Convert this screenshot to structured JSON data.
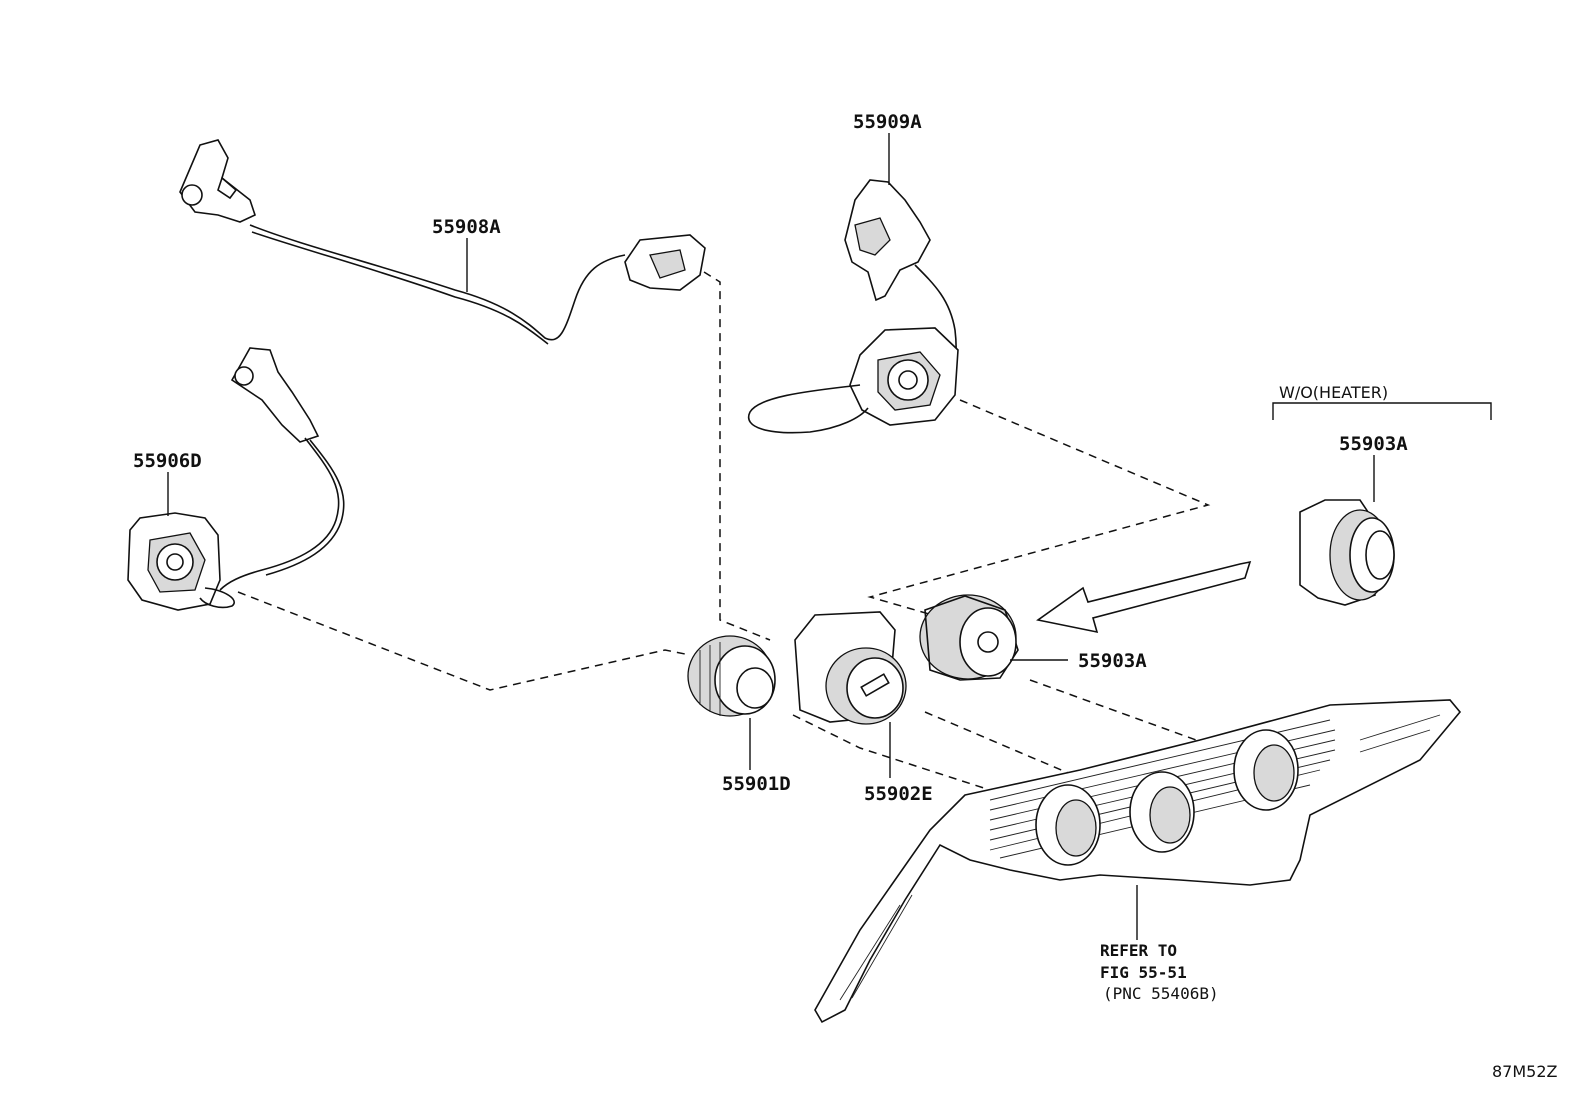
{
  "diagram": {
    "labels": {
      "p55909A": "55909A",
      "p55908A": "55908A",
      "p55906D": "55906D",
      "p55903A_top": "55903A",
      "p55903A_mid": "55903A",
      "p55901D": "55901D",
      "p55902E": "55902E"
    },
    "variant_note": "W/O(HEATER)",
    "refer": {
      "line1": "REFER TO",
      "line2": "FIG 55-51",
      "line3": "(PNC 55406B)"
    },
    "figure_code": "87M52Z"
  }
}
